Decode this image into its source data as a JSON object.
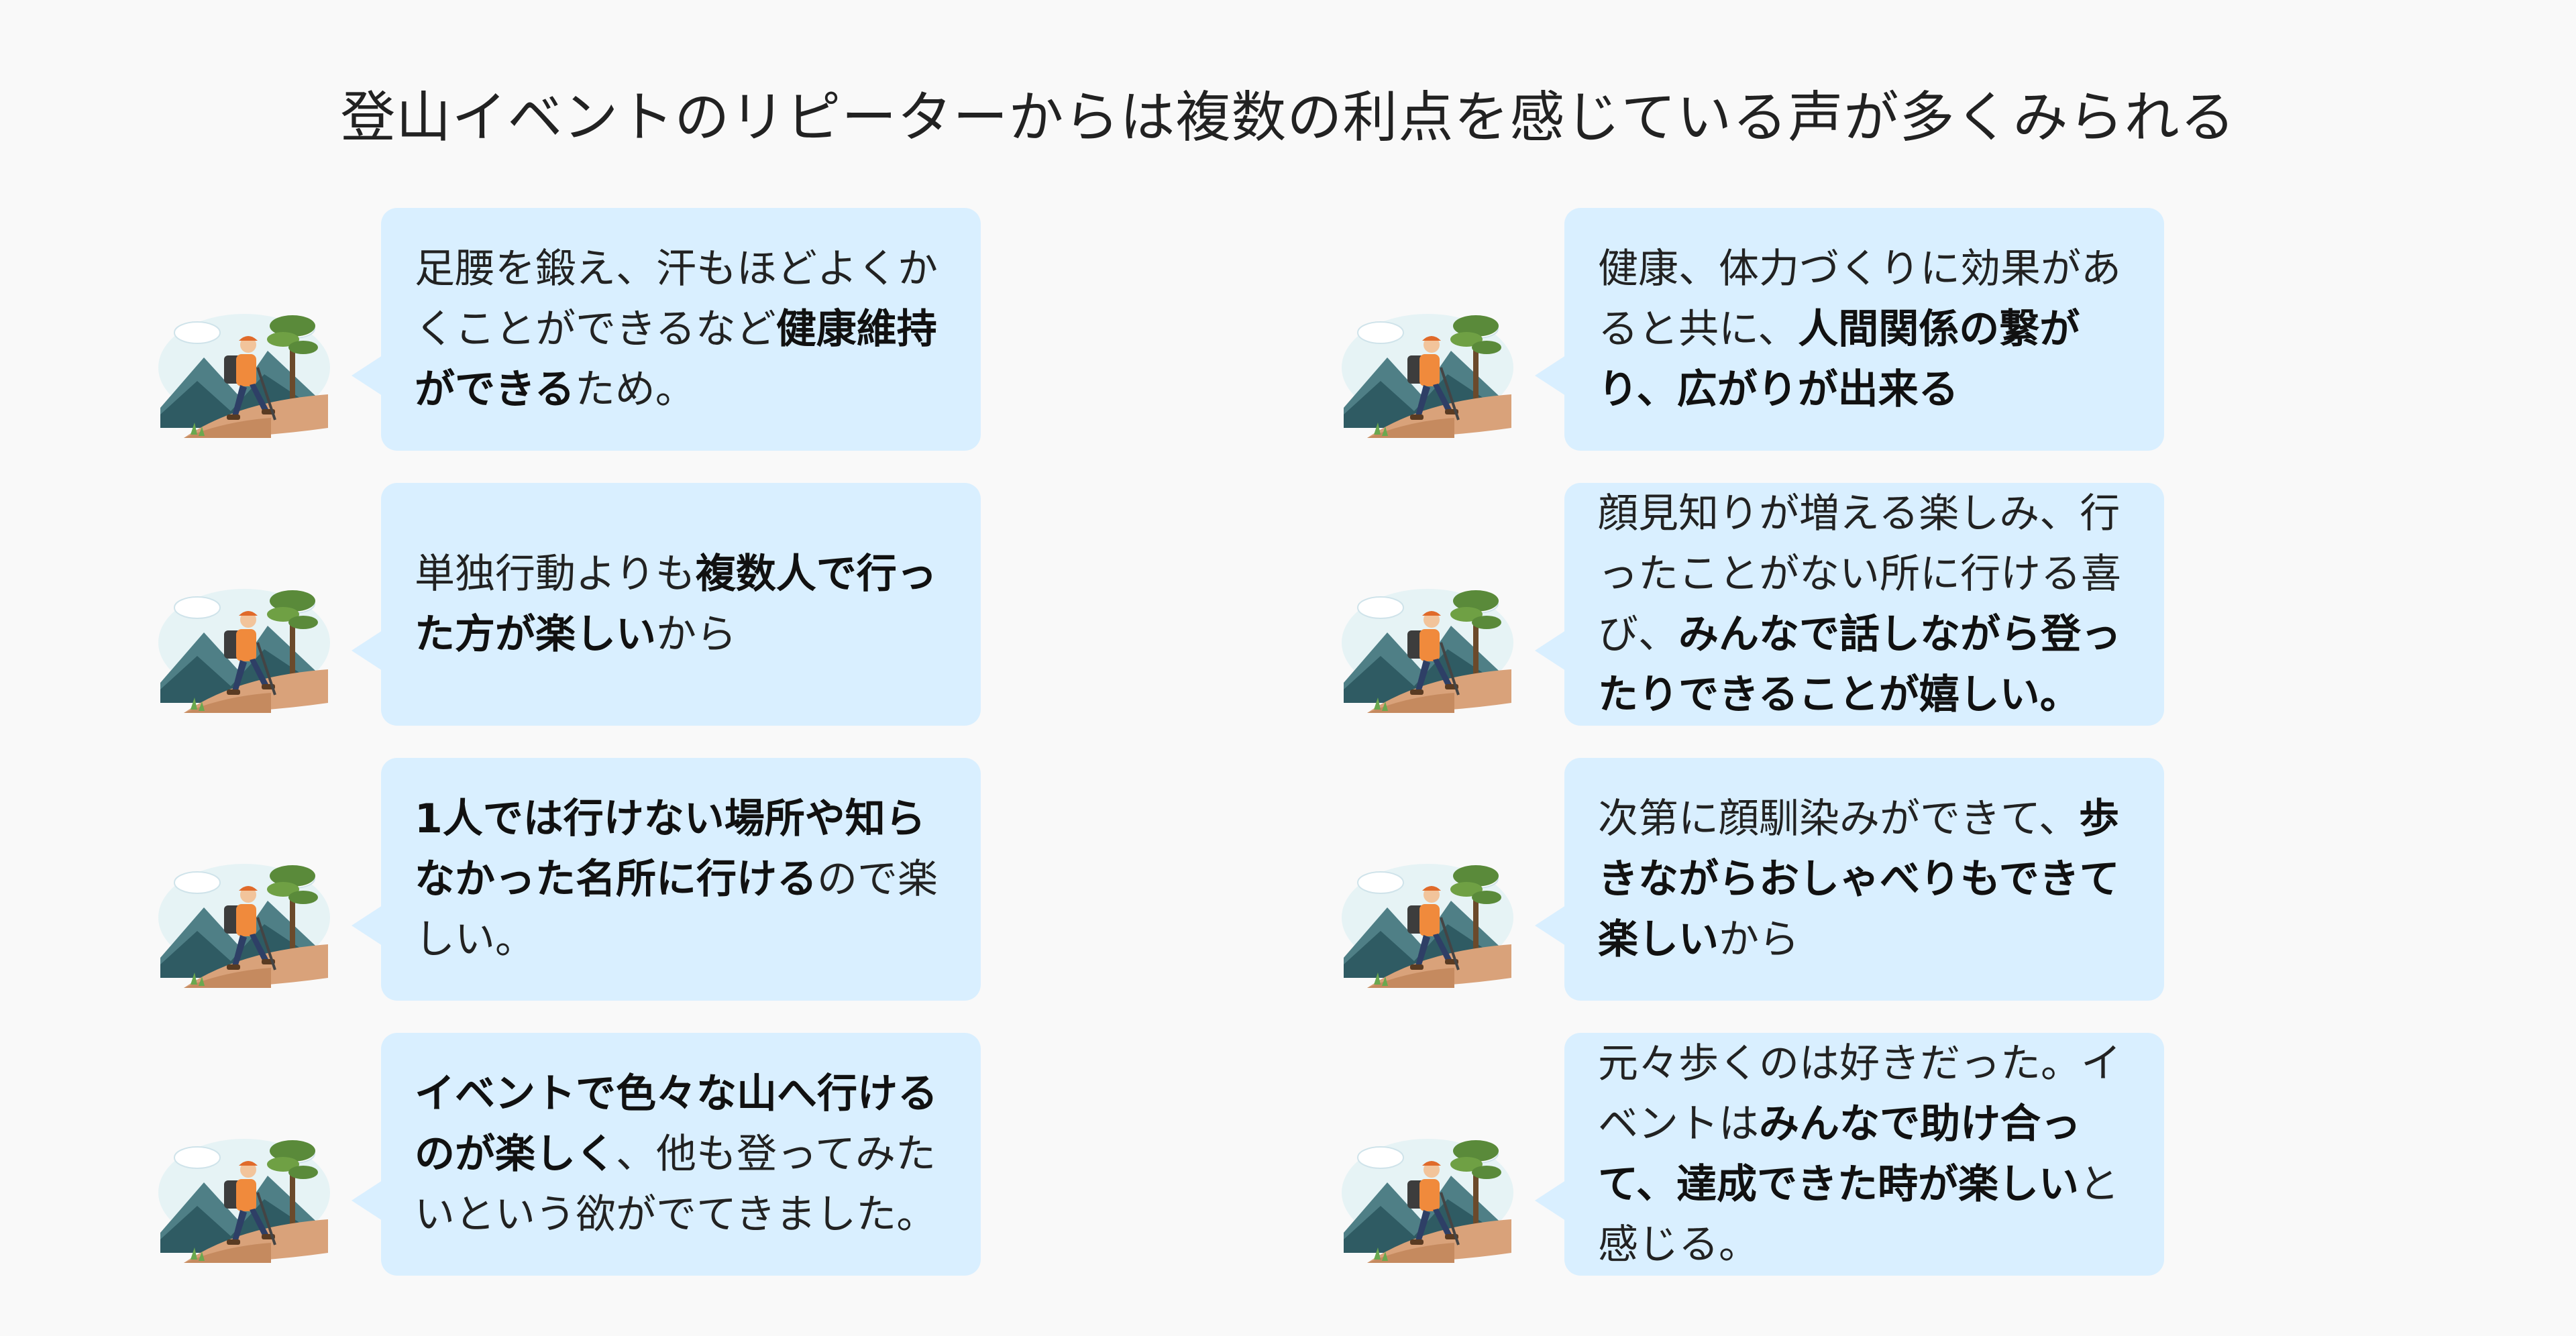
{
  "title": "登山イベントのリピーターからは複数の利点を感じている声が多くみられる",
  "icon": "hiker-illustration",
  "colors": {
    "bubble": "#d9efff",
    "background": "#f9f9f9"
  },
  "cards": [
    {
      "segments": [
        {
          "text": "足腰を鍛え、汗もほどよくかくことができるなど",
          "bold": false
        },
        {
          "text": "健康維持ができる",
          "bold": true
        },
        {
          "text": "ため。",
          "bold": false
        }
      ]
    },
    {
      "segments": [
        {
          "text": "単独行動よりも",
          "bold": false
        },
        {
          "text": "複数人で行った方が楽しい",
          "bold": true
        },
        {
          "text": "から",
          "bold": false
        }
      ]
    },
    {
      "segments": [
        {
          "text": "1人では行けない場所や知らなかった名所に行ける",
          "bold": true
        },
        {
          "text": "ので楽しい。",
          "bold": false
        }
      ]
    },
    {
      "segments": [
        {
          "text": "イベントで色々な山へ行けるのが楽しく",
          "bold": true
        },
        {
          "text": "、他も登ってみたいという欲がでてきました。",
          "bold": false
        }
      ]
    },
    {
      "segments": [
        {
          "text": "健康、体力づくりに効果があると共に、",
          "bold": false
        },
        {
          "text": "人間関係の繋がり、広がりが出来る",
          "bold": true
        }
      ]
    },
    {
      "segments": [
        {
          "text": "顔見知りが増える楽しみ、行ったことがない所に行ける喜び、",
          "bold": false
        },
        {
          "text": "みんなで話しながら登ったりできることが嬉しい。",
          "bold": true
        }
      ]
    },
    {
      "segments": [
        {
          "text": "次第に顔馴染みができて、",
          "bold": false
        },
        {
          "text": "歩きながらおしゃべりもできて楽しい",
          "bold": true
        },
        {
          "text": "から",
          "bold": false
        }
      ]
    },
    {
      "segments": [
        {
          "text": "元々歩くのは好きだった。イベントは",
          "bold": false
        },
        {
          "text": "みんなで助け合って、達成できた時が楽しい",
          "bold": true
        },
        {
          "text": "と感じる。",
          "bold": false
        }
      ]
    }
  ]
}
